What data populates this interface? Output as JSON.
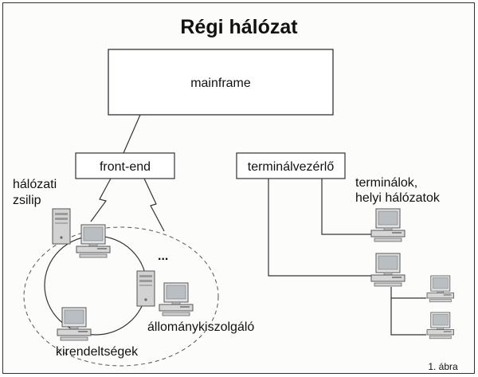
{
  "title": "Régi hálózat",
  "nodes": {
    "mainframe": "mainframe",
    "front_end": "front-end",
    "terminal_controller": "terminálvezérlő"
  },
  "labels": {
    "gateway_line1": "hálózati",
    "gateway_line2": "zsilip",
    "terminals_line1": "terminálok,",
    "terminals_line2": "helyi hálózatok",
    "file_server": "állománykiszolgáló",
    "branches": "kirendeltségek",
    "ellipsis": "..."
  },
  "figure_caption": "1. ábra",
  "icons": [
    "desktop-computer-icon",
    "tower-computer-icon"
  ]
}
